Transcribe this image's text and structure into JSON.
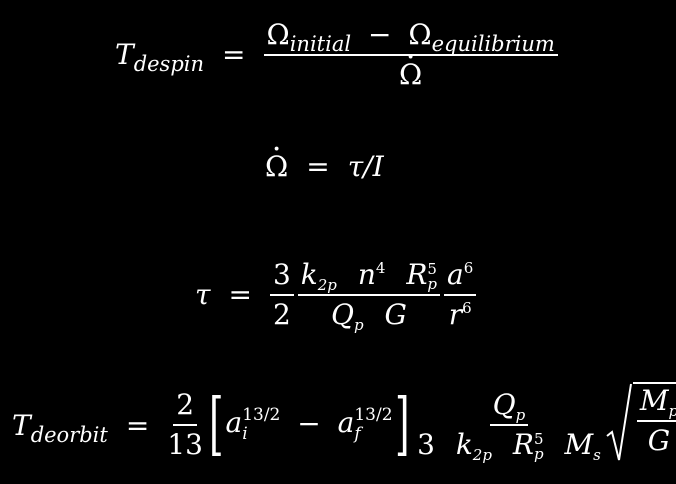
{
  "equations": {
    "despin": {
      "lhs": "T",
      "lhs_sub": "despin",
      "rel": "=",
      "num_a": "Ω",
      "num_a_sub": "initial",
      "minus": "−",
      "num_b": "Ω",
      "num_b_sub": "equilibrium",
      "den": "Ω"
    },
    "omega_dot": {
      "lhs": "Ω",
      "rel": "=",
      "rhs": "τ/I"
    },
    "tau": {
      "lhs": "τ",
      "rel": "=",
      "c_num": "3",
      "c_den": "2",
      "k": "k",
      "k_sub": "2p",
      "n": "n",
      "n_sup": "4",
      "R": "R",
      "R_sup": "5",
      "R_sub": "p",
      "Q": "Q",
      "Q_sub": "p",
      "G": "G",
      "a": "a",
      "a_sup": "6",
      "r": "r",
      "r_sup": "6"
    },
    "deorbit": {
      "lhs": "T",
      "lhs_sub": "deorbit",
      "rel": "=",
      "c_num": "2",
      "c_den": "13",
      "ai": "a",
      "ai_sup": "13/2",
      "ai_sub": "i",
      "minus": "−",
      "af": "a",
      "af_sup": "13/2",
      "af_sub": "f",
      "Q": "Q",
      "Q_sub": "p",
      "three": "3",
      "k": "k",
      "k_sub": "2p",
      "R": "R",
      "R_sup": "5",
      "R_sub": "p",
      "M": "M",
      "M_sub": "s",
      "Mp": "M",
      "Mp_sub": "p",
      "G": "G"
    }
  }
}
